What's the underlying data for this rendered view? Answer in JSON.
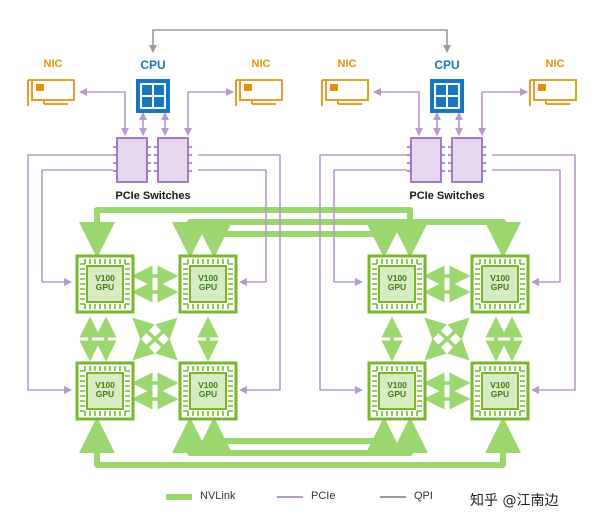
{
  "labels": {
    "cpu": "CPU",
    "nic": "NIC",
    "pcie_switches": "PCIe Switches",
    "gpu_line1": "V100",
    "gpu_line2": "GPU"
  },
  "legend": {
    "nvlink": "NVLink",
    "pcie": "PCIe",
    "qpi": "QPI"
  },
  "watermark": "知乎 @江南边",
  "colors": {
    "nvlink": "#9bd66f",
    "pcie": "#b898d0",
    "qpi": "#9a9a9a",
    "gpu": "#76b82a",
    "cpu": "#1677c2",
    "nic": "#e8910c",
    "switch_fill": "#e6d6ee",
    "switch_stroke": "#9b6fbd"
  }
}
